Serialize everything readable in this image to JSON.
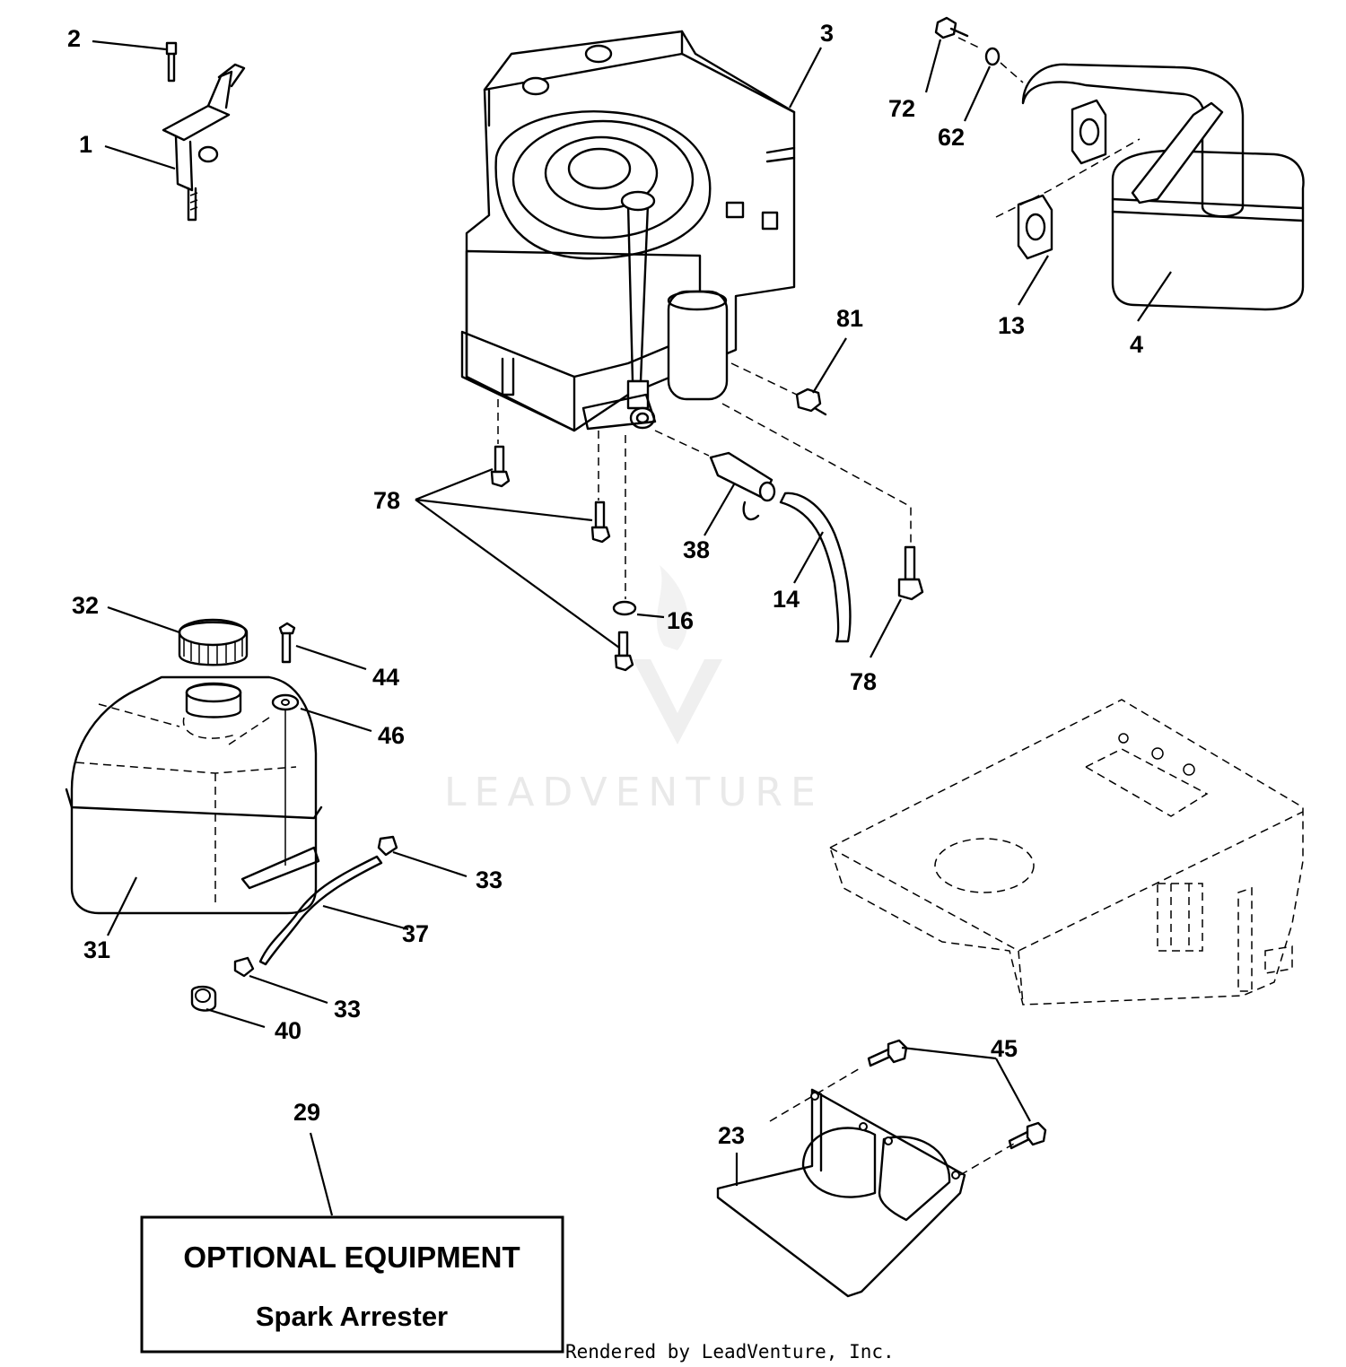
{
  "callouts": [
    {
      "id": "1",
      "label": "1"
    },
    {
      "id": "2",
      "label": "2"
    },
    {
      "id": "3",
      "label": "3"
    },
    {
      "id": "72",
      "label": "72"
    },
    {
      "id": "62",
      "label": "62"
    },
    {
      "id": "13",
      "label": "13"
    },
    {
      "id": "4",
      "label": "4"
    },
    {
      "id": "81",
      "label": "81"
    },
    {
      "id": "78a",
      "label": "78"
    },
    {
      "id": "38",
      "label": "38"
    },
    {
      "id": "14",
      "label": "14"
    },
    {
      "id": "78b",
      "label": "78"
    },
    {
      "id": "16",
      "label": "16"
    },
    {
      "id": "32",
      "label": "32"
    },
    {
      "id": "44",
      "label": "44"
    },
    {
      "id": "46",
      "label": "46"
    },
    {
      "id": "31",
      "label": "31"
    },
    {
      "id": "33a",
      "label": "33"
    },
    {
      "id": "37",
      "label": "37"
    },
    {
      "id": "33b",
      "label": "33"
    },
    {
      "id": "40",
      "label": "40"
    },
    {
      "id": "45",
      "label": "45"
    },
    {
      "id": "23",
      "label": "23"
    },
    {
      "id": "29",
      "label": "29"
    }
  ],
  "optional_box": {
    "title": "OPTIONAL EQUIPMENT",
    "subtitle": "Spark Arrester"
  },
  "watermark": "LEADVENTURE",
  "credit": "Rendered by LeadVenture, Inc."
}
